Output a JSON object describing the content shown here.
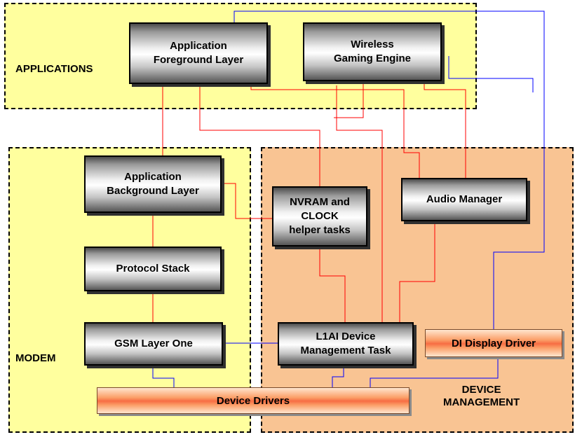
{
  "regions": {
    "applications": "APPLICATIONS",
    "modem": "MODEM",
    "device_management": "DEVICE\nMANAGEMENT"
  },
  "boxes": {
    "app_foreground": "Application\nForeground Layer",
    "wireless_gaming": "Wireless\nGaming Engine",
    "app_background": "Application\nBackground Layer",
    "nvram_clock": "NVRAM and\nCLOCK\nhelper tasks",
    "audio_manager": "Audio Manager",
    "protocol_stack": "Protocol Stack",
    "gsm_layer_one": "GSM Layer One",
    "l1ai_device": "L1AI Device\nManagement Task",
    "di_display_driver": "DI Display Driver",
    "device_drivers": "Device Drivers"
  },
  "colors": {
    "region_yellow": "#ffff9e",
    "region_orange": "#f9c493",
    "line_red": "#ff0000",
    "line_blue": "#0000ff"
  }
}
